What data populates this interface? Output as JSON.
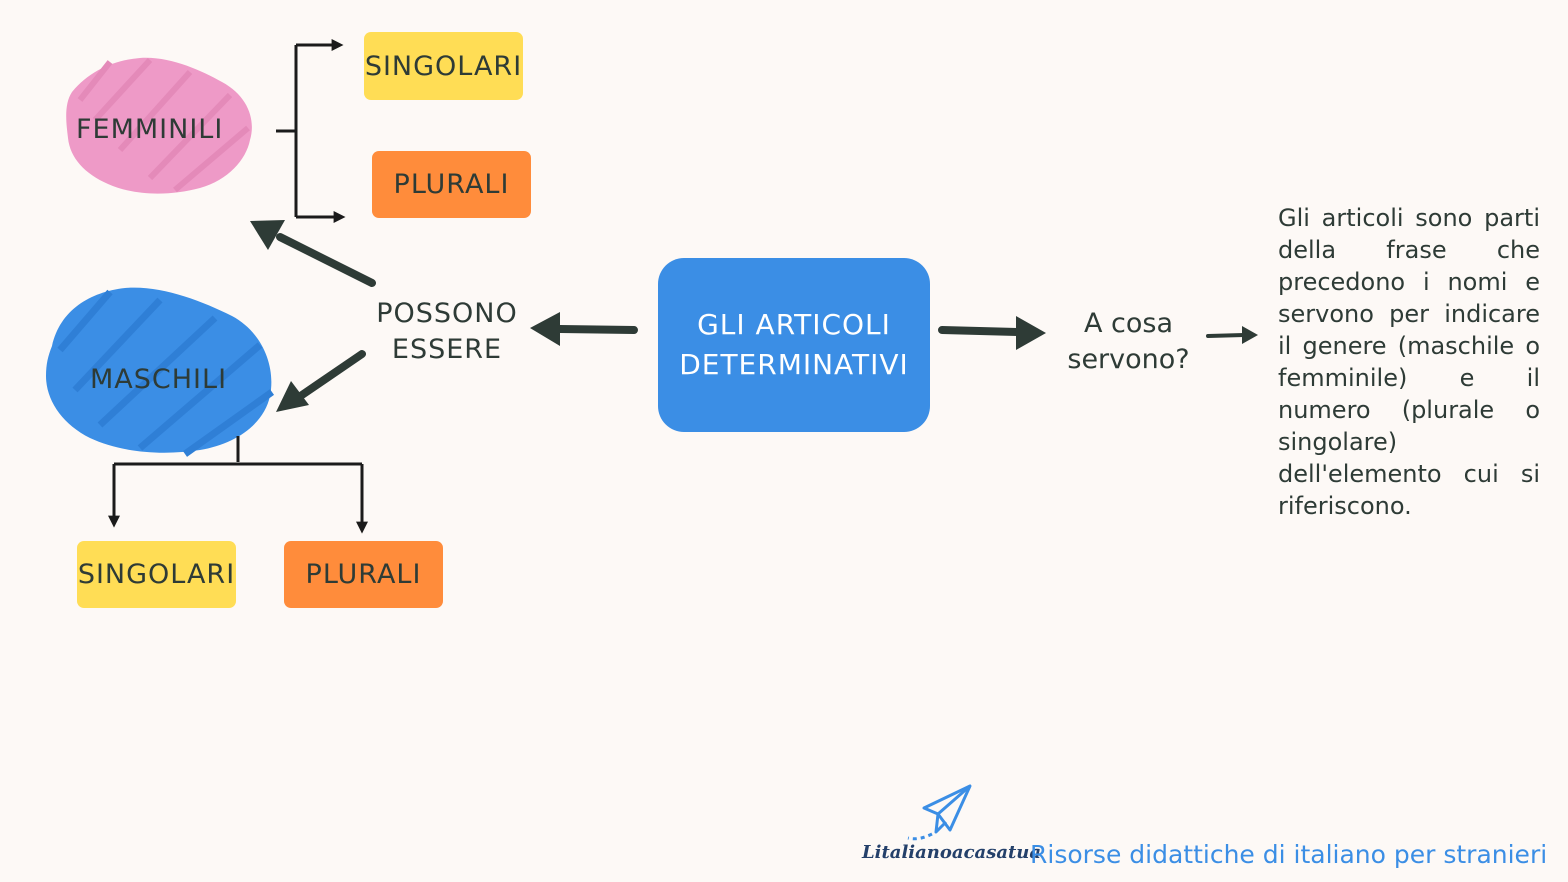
{
  "center": {
    "line1": "GLI ARTICOLI",
    "line2": "DETERMINATIVI"
  },
  "possono": {
    "line1": "POSSONO",
    "line2": "ESSERE"
  },
  "femminili": {
    "label": "FEMMINILI",
    "singolari": "SINGOLARI",
    "plurali": "PLURALI"
  },
  "maschili": {
    "label": "MASCHILI",
    "singolari": "SINGOLARI",
    "plurali": "PLURALI"
  },
  "question": {
    "line1": "A cosa",
    "line2": "servono?"
  },
  "description": "Gli articoli sono parti della frase che precedono i nomi e servono per indicare il genere (maschile o femminile) e il numero (plurale o singolare) dell'elemento cui si riferiscono.",
  "footer": {
    "brand": "Litalianoacasatua",
    "tagline": "Risorse didattiche di italiano per stranieri",
    "logo_icon": "paper-plane-icon"
  },
  "colors": {
    "background": "#fdf9f6",
    "center_box": "#3b8ee5",
    "femminili_blob": "#ee9ac7",
    "maschili_blob": "#3b8ee5",
    "singolari": "#ffdd55",
    "plurali": "#ff8c3b",
    "arrow": "#2e3b36",
    "tagline": "#3b8ee5"
  }
}
